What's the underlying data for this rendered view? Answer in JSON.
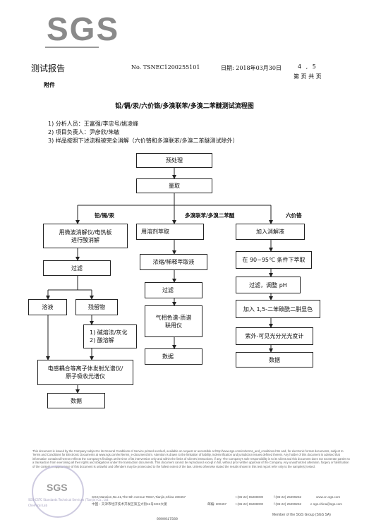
{
  "header": {
    "logo": "SGS",
    "report_title": "测试报告",
    "report_no": "No. TSNEC1200255101",
    "report_date": "日期: 2018年03月30日",
    "page_numbers": "4  ,  5",
    "page_labels": "第 页 共 页"
  },
  "annex_label": "附件",
  "doc_title": "铅/镉/汞/六价铬/多溴联苯/多溴二苯醚测试流程图",
  "meta": [
    "1)  分析人员：王富强/李忠号/姚凌峰",
    "2)  项目负责人：尹彦欣/朱敏",
    "3)  样品按照下述流程被完全消解（六价铬和多溴联苯/多溴二苯醚测试除外）"
  ],
  "flow": {
    "pretreat": "预处理",
    "weigh": "量取",
    "branch_left": "铅/镉/汞",
    "branch_mid": "多溴联苯/多溴二苯醚",
    "branch_right": "六价铬",
    "left": {
      "digest_line1": "用微波消解仪/电热板",
      "digest_line2": "进行酸消解",
      "filter": "过滤",
      "solution": "溶液",
      "residue": "残留物",
      "alkali_line1": "1)  碱熔法/灰化",
      "alkali_line2": "2)  酸溶解",
      "icp_line1": "电感耦合等离子体发射光谱仪/",
      "icp_line2": "原子吸收光谱仪",
      "data": "数据"
    },
    "mid": {
      "extract": "用溶剂萃取",
      "concentrate": "浓缩/稀释萃取液",
      "filter": "过滤",
      "gcms_line1": "气相色谱-质谱",
      "gcms_line2": "联用仪",
      "data": "数据"
    },
    "right": {
      "add_solution": "加入消解液",
      "heat": "在 90~95℃ 条件下萃取",
      "filter_ph": "过滤，调整 pH",
      "add_reagent": "加入 1,5-二苯碳酰二肼显色",
      "uv": "紫外-可见光分光光度计",
      "data": "数据"
    }
  },
  "footer": {
    "terms": "This document is issued by the Company subject to its General Conditions of Service printed overleaf, available on request or accessible at http://www.sgs.com/en/terms_and_conditions.htm and, for electronic format documents, subject to Terms and Conditions for Electronic Documents at www.sgs.com/en/terms_e-document.htm. Attention is drawn to the limitation of liability, indemnification and jurisdiction issues defined therein. Any holder of this document is advised that information contained hereon reflects the Company's findings at the time of its intervention only and within the limits of Client's instructions, if any. The Company's sole responsibility is to its Client and this document does not exonerate parties to a transaction from exercising all their rights and obligations under the transaction documents. This document cannot be reproduced except in full, without prior written approval of the Company. Any unauthorized alteration, forgery or falsification of the content or appearance of this document is unlawful and offenders may be prosecuted to the fullest extent of the law. Unless otherwise stated the results shown in this test report refer only to the sample(s) tested.",
    "seal_text": "SGS",
    "seal_caption1": "SGS-CSTC Standards Technical Services (Tianjin) Co., Ltd.",
    "seal_caption2": "Chemical Lab",
    "address_en": "SGS Mansion,No.41,The 5th  Avenue TEDA,Tianjin,China  300457",
    "address_cn": "中国・天津市经济技术开发区第五大街41号SGS大厦",
    "postcode_cn": "邮编: 300457",
    "phone1": "t (86-22) 65288000",
    "fax1": "f (86-22) 25299252",
    "web": "www.cn.sgs.com",
    "phone2": "t (86-22) 65288000",
    "fax2": "f (86-22) 25299252",
    "email": "e  sgs.china@sgs.com",
    "member": "Member of the SGS Group (SGS SA)",
    "serial": "0000017580"
  }
}
